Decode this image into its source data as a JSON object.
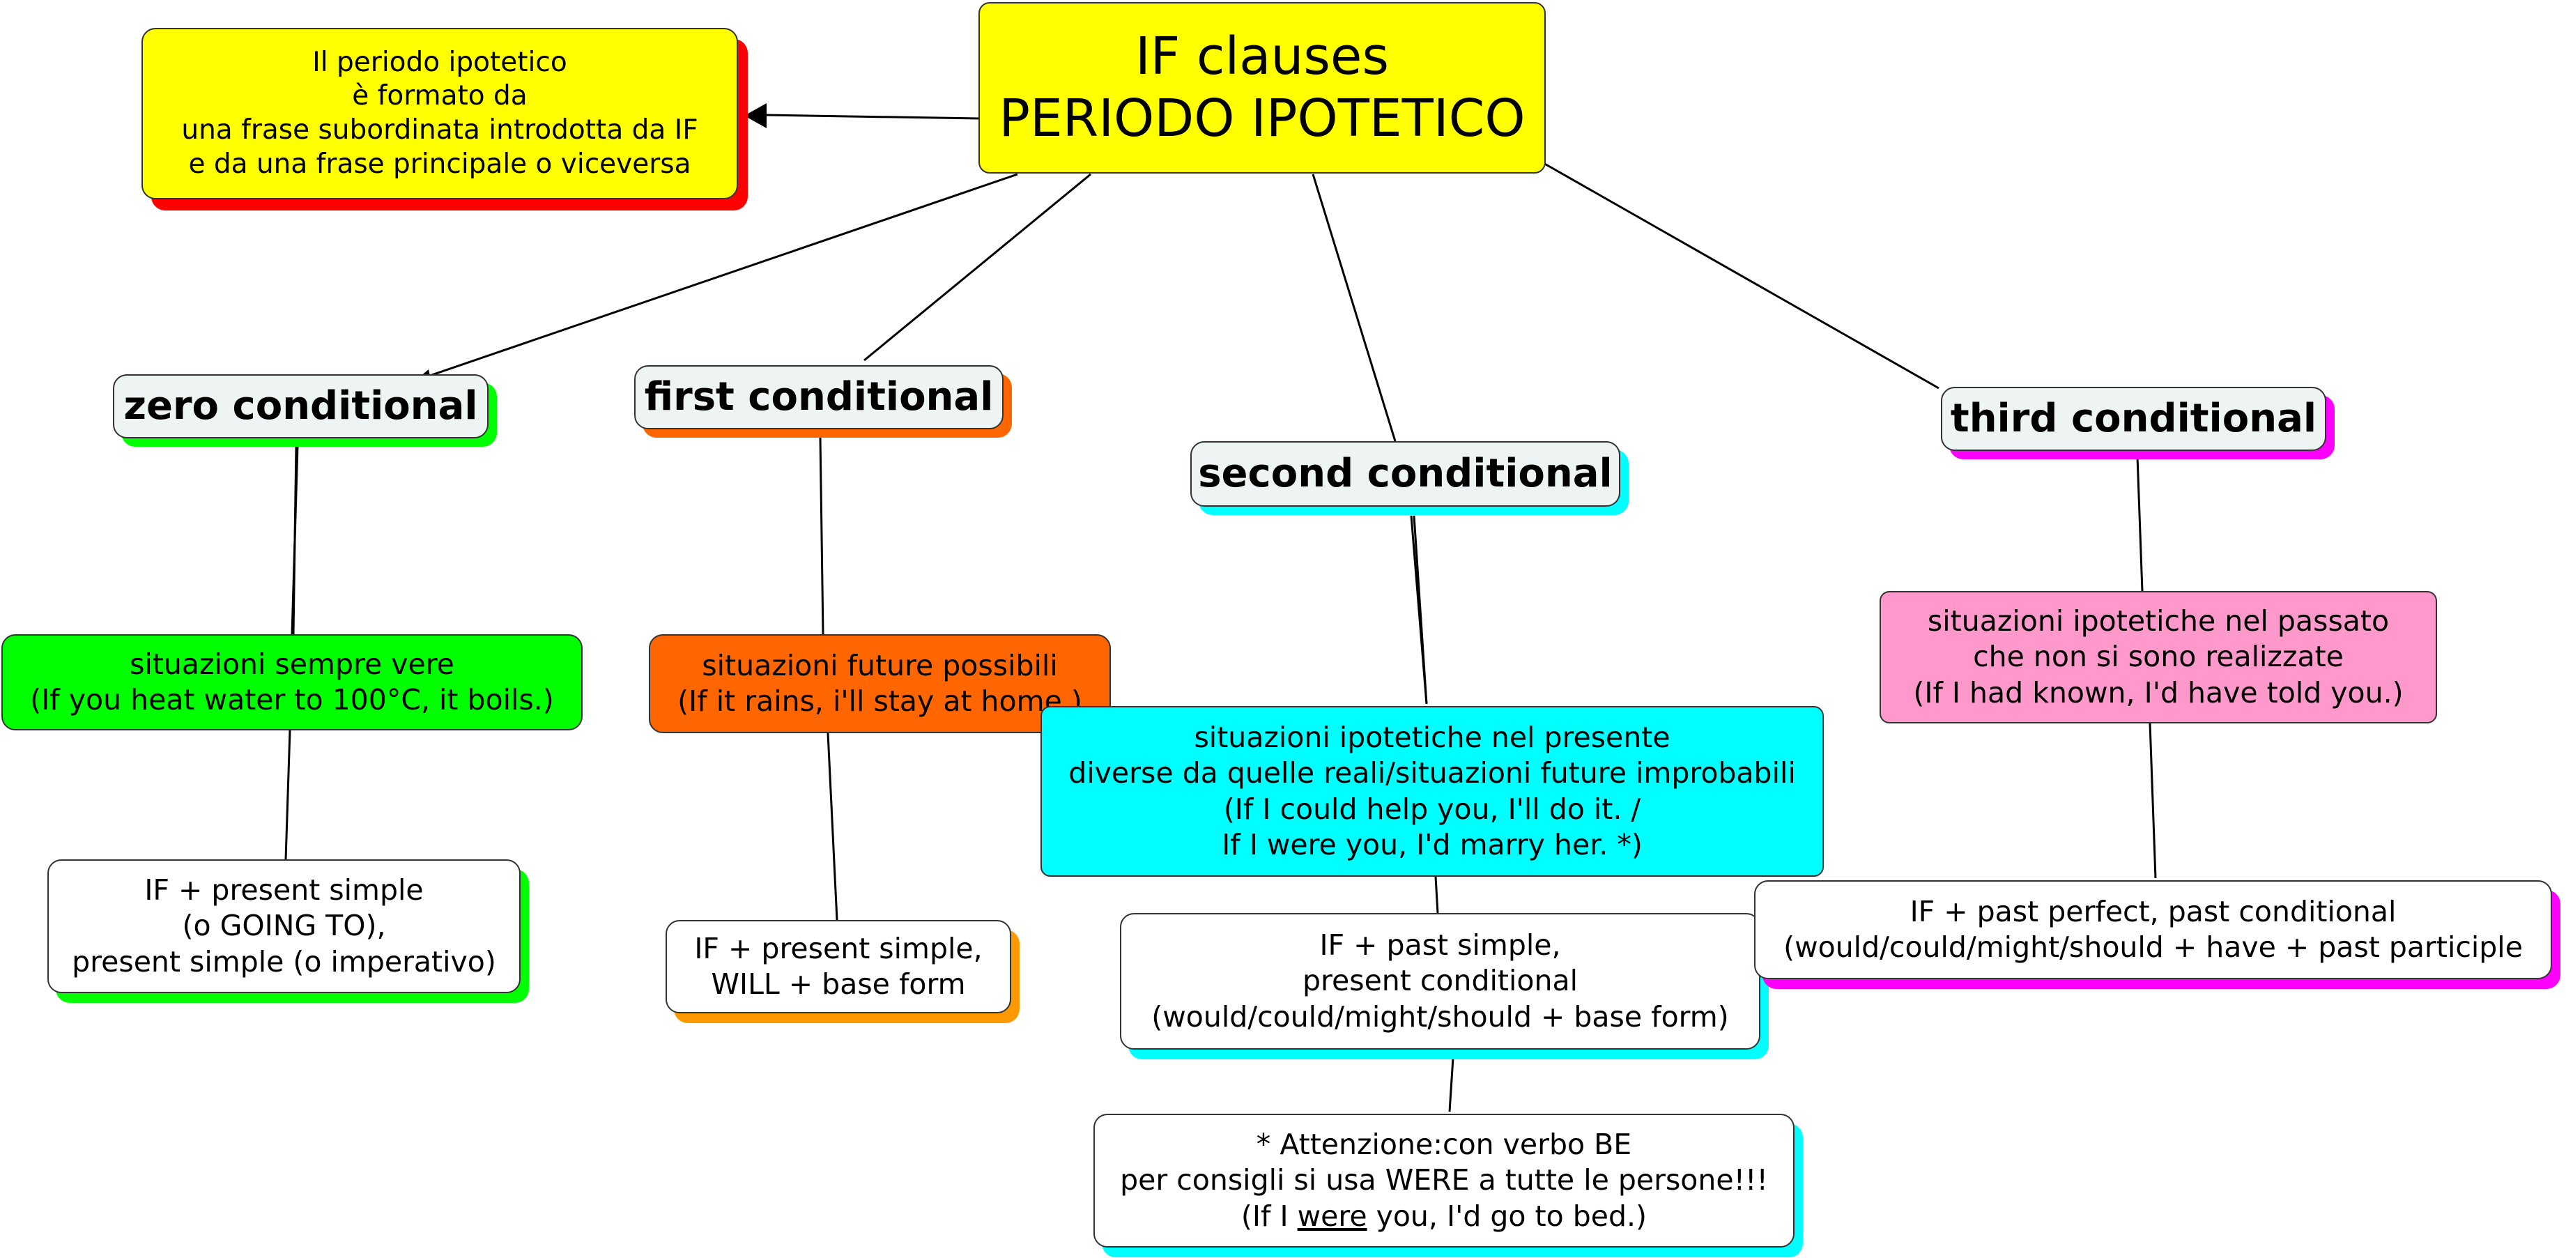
{
  "colors": {
    "title_fill": "#ffff00",
    "zero_accent": "#00ff00",
    "first_accent": "#ff6600",
    "first_shadow": "#ff9900",
    "second_accent": "#00ffff",
    "third_accent": "#ff00ff",
    "third_fill": "#ff99cc",
    "note_shadow": "#ff0000"
  },
  "title": {
    "line1": "IF clauses",
    "line2": "PERIODO IPOTETICO"
  },
  "intro_note": "Il periodo ipotetico\nè formato da\nuna frase subordinata introdotta da IF\ne da una frase principale o viceversa",
  "zero": {
    "heading": "zero conditional",
    "usage": "situazioni sempre vere\n(If you heat water to 100°C, it boils.)",
    "structure": "IF + present simple\n(o GOING TO),\npresent simple (o imperativo)"
  },
  "first": {
    "heading": "first conditional",
    "usage": "situazioni future possibili\n(If it rains, i'll stay at home.)",
    "structure": "IF + present simple,\nWILL + base form"
  },
  "second": {
    "heading": "second conditional",
    "usage": "situazioni ipotetiche nel presente\ndiverse da quelle reali/situazioni future improbabili\n(If I could help you, I'll do it. /\nIf I were you, I'd marry her. *)",
    "structure": "IF + past simple,\npresent conditional\n(would/could/might/should + base form)",
    "note_prefix": "* Attenzione:con verbo BE\nper consigli si usa WERE a tutte le persone!!!\n(If I ",
    "note_underlined": "were",
    "note_suffix": " you, I'd go to bed.)"
  },
  "third": {
    "heading": "third conditional",
    "usage": "situazioni ipotetiche nel passato\nche non si sono realizzate\n(If I had known, I'd have told you.)",
    "structure": "IF + past perfect, past conditional\n(would/could/might/should + have + past participle"
  }
}
